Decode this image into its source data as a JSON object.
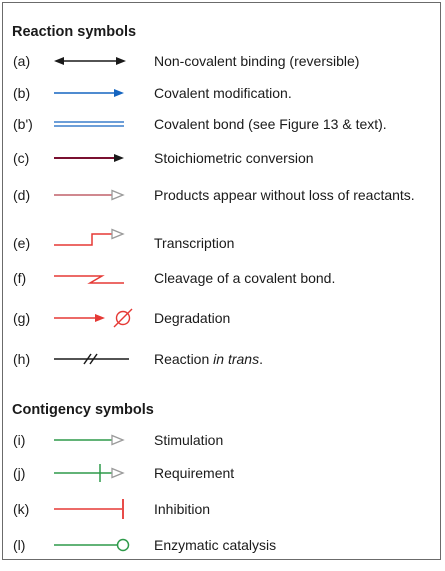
{
  "reaction": {
    "heading": "Reaction symbols",
    "rows": [
      {
        "code": "(a)",
        "label": "Non-covalent binding (reversible)"
      },
      {
        "code": "(b)",
        "label": "Covalent modification."
      },
      {
        "code": "(b')",
        "label": "Covalent bond (see Figure 13 & text)."
      },
      {
        "code": "(c)",
        "label": "Stoichiometric conversion"
      },
      {
        "code": "(d)",
        "label": "Products appear without loss of reactants."
      },
      {
        "code": "(e)",
        "label": "Transcription"
      },
      {
        "code": "(f)",
        "label": "Cleavage of a covalent bond."
      },
      {
        "code": "(g)",
        "label": "Degradation"
      },
      {
        "code": "(h)",
        "label": "Reaction ",
        "label_italic": "in trans",
        "label_end": "."
      }
    ]
  },
  "contingency": {
    "heading": "Contigency symbols",
    "rows": [
      {
        "code": "(i)",
        "label": "Stimulation"
      },
      {
        "code": "(j)",
        "label": "Requirement"
      },
      {
        "code": "(k)",
        "label": "Inhibition"
      },
      {
        "code": "(l)",
        "label": "Enzymatic catalysis"
      }
    ]
  },
  "colors": {
    "black": "#1a1a1a",
    "blue": "#1565c0",
    "maroon": "#7a1030",
    "rose": "#c0606a",
    "gray": "#9a9a9a",
    "red": "#e53935",
    "green": "#2e9a4a"
  }
}
